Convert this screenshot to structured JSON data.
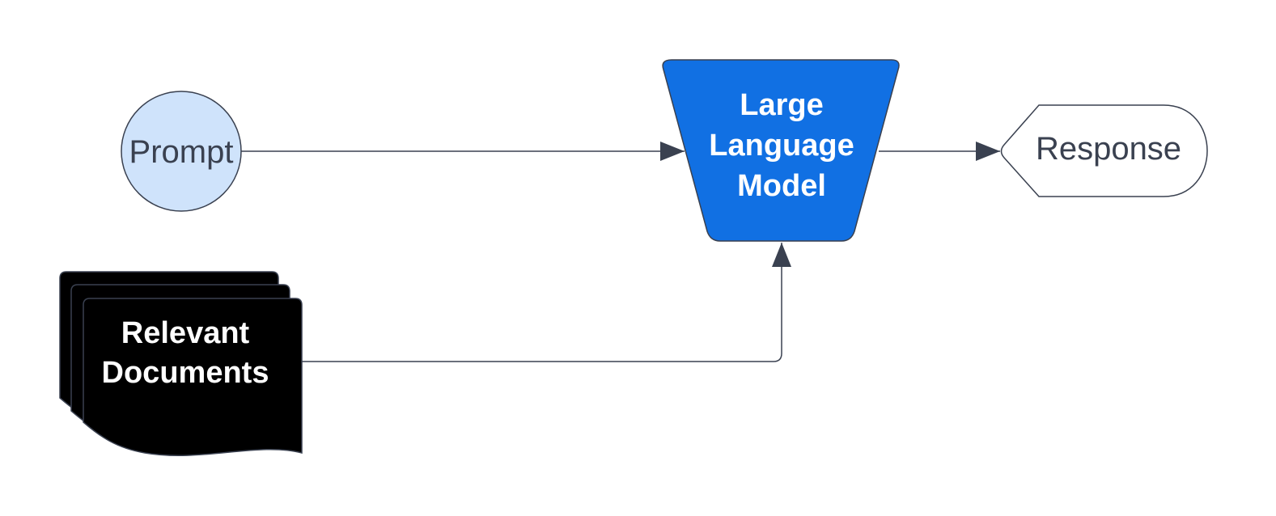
{
  "colors": {
    "background": "#ffffff",
    "edge": "#3a4150",
    "prompt_fill": "#cfe3fb",
    "llm_fill": "#1170e3",
    "documents_fill": "#000000",
    "response_fill": "#ffffff",
    "text_dark": "#3a4150",
    "text_light": "#ffffff"
  },
  "nodes": {
    "prompt": {
      "label": "Prompt",
      "shape": "circle"
    },
    "llm": {
      "label_lines": [
        "Large",
        "Language",
        "Model"
      ],
      "shape": "inverted-trapezoid"
    },
    "response": {
      "label": "Response",
      "shape": "display"
    },
    "documents": {
      "label_lines": [
        "Relevant",
        "Documents"
      ],
      "shape": "multi-document"
    }
  },
  "edges": [
    {
      "from": "prompt",
      "to": "llm"
    },
    {
      "from": "llm",
      "to": "response"
    },
    {
      "from": "documents",
      "to": "llm"
    }
  ]
}
